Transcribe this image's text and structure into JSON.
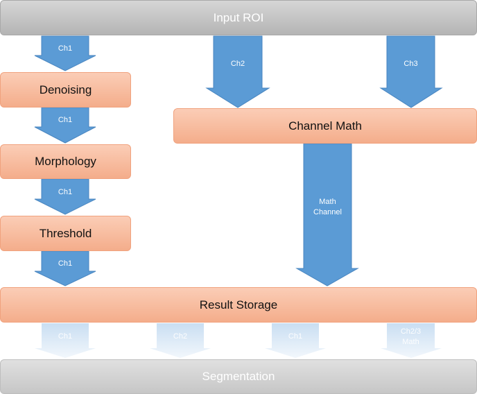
{
  "boxes": {
    "input": "Input ROI",
    "denoising": "Denoising",
    "morphology": "Morphology",
    "threshold": "Threshold",
    "channel_math": "Channel Math",
    "result_storage": "Result Storage",
    "segmentation": "Segmentation"
  },
  "arrows": {
    "a1": "Ch1",
    "a2": "Ch1",
    "a3": "Ch1",
    "a4": "Ch1",
    "ch2": "Ch2",
    "ch3": "Ch3",
    "math_channel": "Math\nChannel",
    "out1": "Ch1",
    "out2": "Ch2",
    "out3": "Ch1",
    "out4": "Ch2/3\nMath"
  },
  "colors": {
    "arrow_blue": "#5b9bd5",
    "arrow_faded": "#bdd7ee",
    "box_orange": "#f4b183",
    "box_grey": "#bfbfbf"
  }
}
